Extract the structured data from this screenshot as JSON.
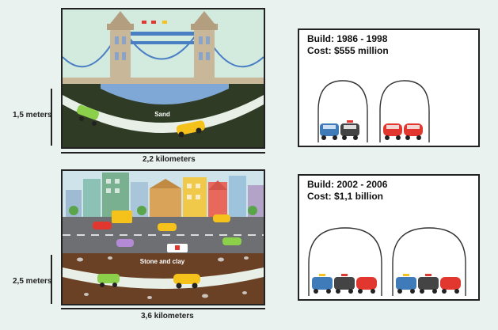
{
  "top": {
    "ground_label": "Sand",
    "depth_label": "1,5 meters",
    "length_label": "2,2 kilometers",
    "build": "Build: 1986 - 1998",
    "cost": "Cost: $555 million"
  },
  "bottom": {
    "ground_label": "Stone and clay",
    "depth_label": "2,5 meters",
    "length_label": "3,6 kilometers",
    "build": "Build: 2002 - 2006",
    "cost": "Cost: $1,1 billion"
  },
  "colors": {
    "sky": "#d3eadf",
    "soil": "#2f3b24",
    "brown_soil": "#6b4126",
    "water": "#7fa8d6",
    "bridge": "#c9b79a",
    "cable": "#4a7fc4",
    "road": "#6d6f73",
    "car_yellow": "#f4c21a",
    "car_green": "#8ccf4a",
    "car_red": "#e2372f",
    "car_blue": "#3f7bb8"
  },
  "icons": [
    "bridge-icon",
    "car-icon",
    "police-car-icon",
    "taxi-icon",
    "bus-icon",
    "ambulance-icon",
    "building-icon",
    "tree-icon"
  ]
}
